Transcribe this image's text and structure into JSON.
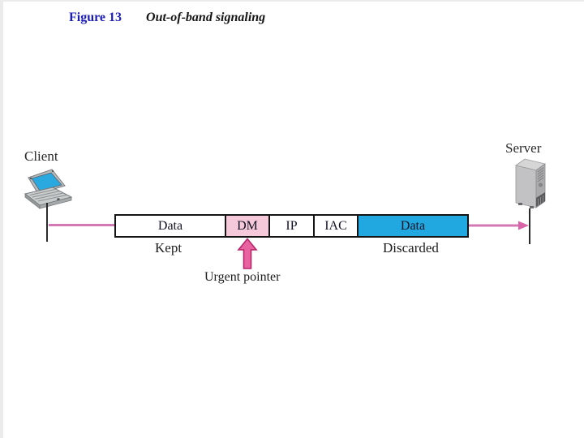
{
  "figure": {
    "label": "Figure 13",
    "title": "Out-of-band signaling"
  },
  "nodes": {
    "client": "Client",
    "server": "Server"
  },
  "stream": {
    "segments": [
      {
        "label": "Data",
        "fill": "#ffffff"
      },
      {
        "label": "DM",
        "fill": "#f5c9da"
      },
      {
        "label": "IP",
        "fill": "#ffffff"
      },
      {
        "label": "IAC",
        "fill": "#ffffff"
      },
      {
        "label": "Data",
        "fill": "#22a8e0"
      }
    ],
    "kept": "Kept",
    "discarded": "Discarded",
    "urgent_pointer": "Urgent pointer"
  },
  "icons": {
    "client": "laptop-icon",
    "server": "server-tower-icon",
    "urgent": "up-arrow-icon",
    "flow_right": "right-arrow-icon"
  },
  "colors": {
    "figure_label_blue": "#1c1cb8",
    "flow_line_pink": "#d478b4",
    "urgent_arrow_pink": "#e8639f",
    "dm_box_pink": "#f5c9da",
    "data_box_blue": "#22a8e0",
    "laptop_screen_blue": "#2aa9e0"
  }
}
